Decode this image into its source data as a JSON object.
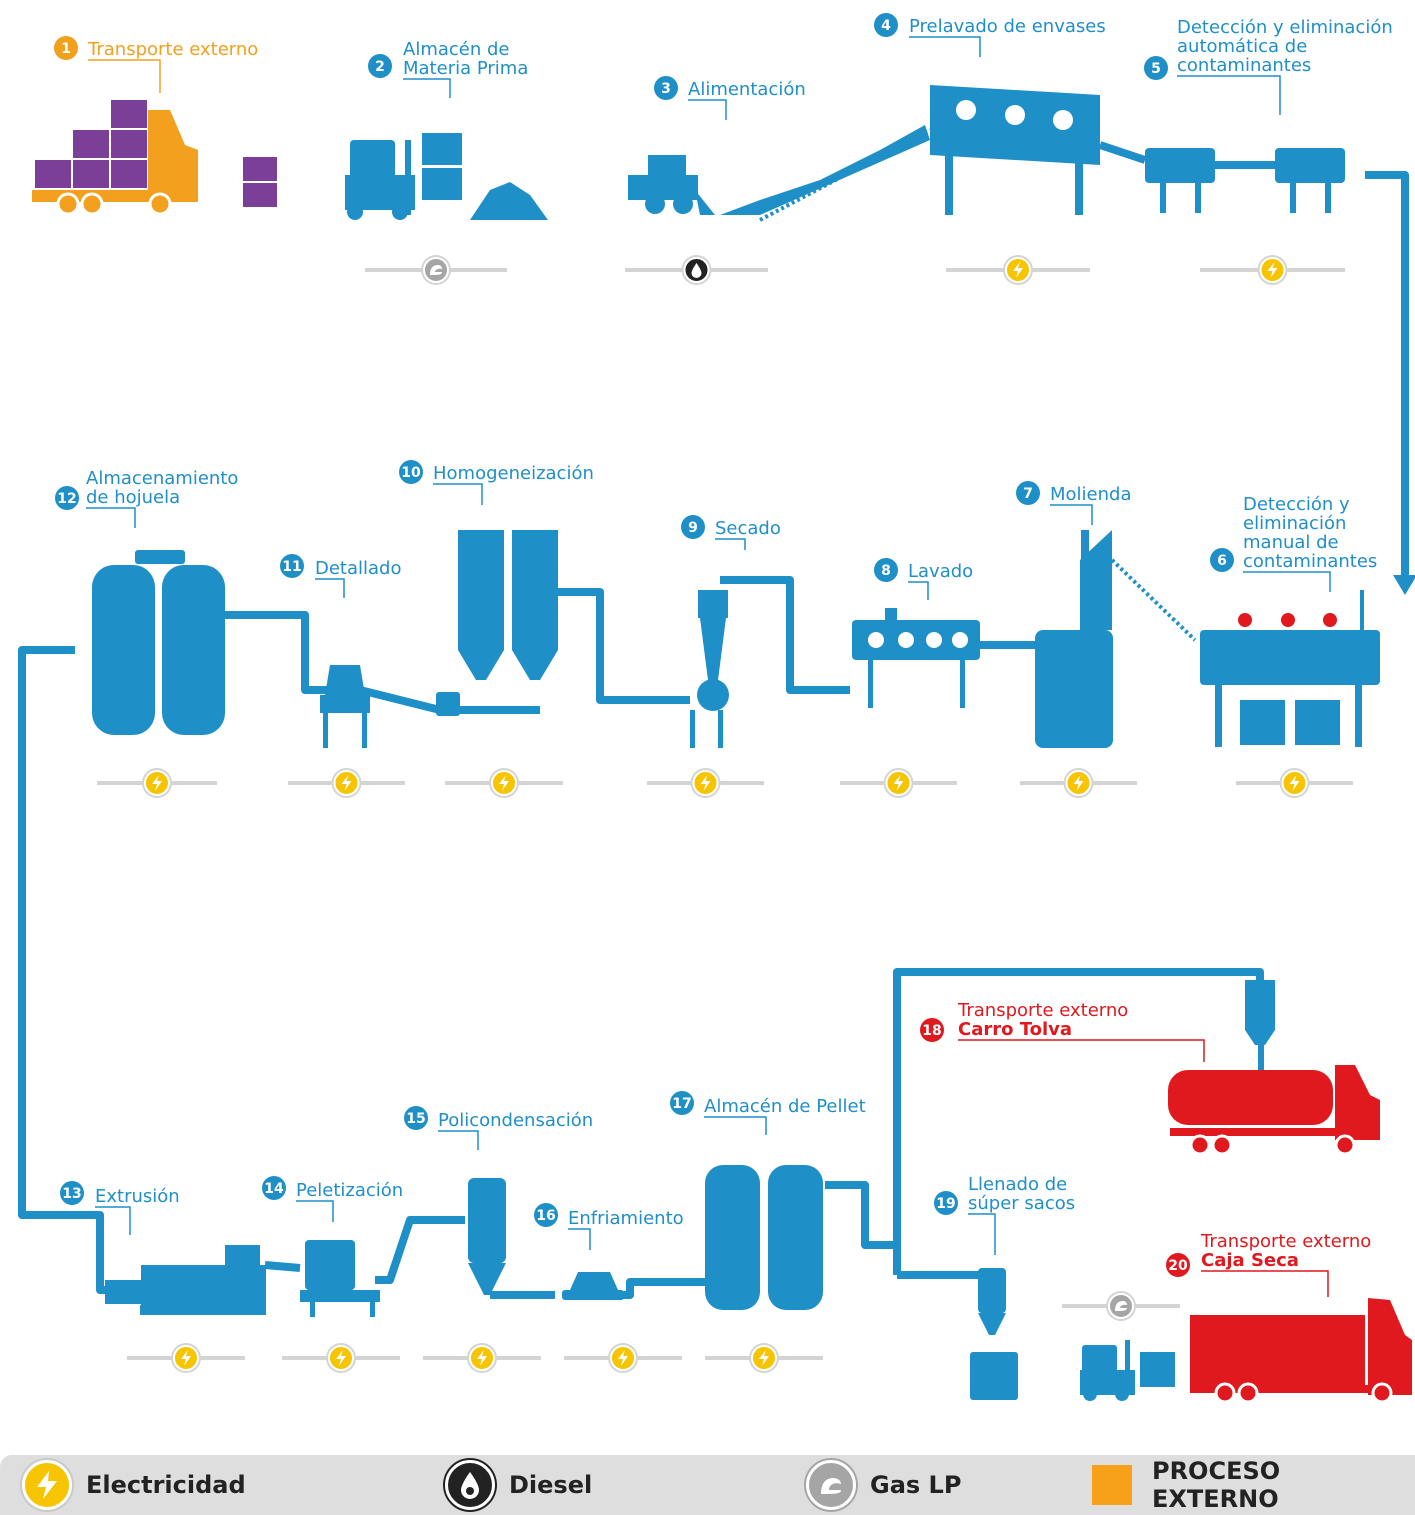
{
  "colors": {
    "process_blue": "#1f8fc8",
    "external_orange": "#f2a01e",
    "external_red": "#e0191e",
    "purple_boxes": "#7b3f98",
    "electricity": "#f7c400",
    "diesel": "#222222",
    "gas_lp": "#a5a5a5"
  },
  "steps": [
    {
      "num": "1",
      "lines": [
        "Transporte externo"
      ],
      "energy": null,
      "style": "orange"
    },
    {
      "num": "2",
      "lines": [
        "Almacén de",
        "Materia Prima"
      ],
      "energy": "gas-lp"
    },
    {
      "num": "3",
      "lines": [
        "Alimentación"
      ],
      "energy": "diesel"
    },
    {
      "num": "4",
      "lines": [
        "Prelavado de envases"
      ],
      "energy": "electricity"
    },
    {
      "num": "5",
      "lines": [
        "Detección y eliminación",
        "automática de",
        "contaminantes"
      ],
      "energy": "electricity"
    },
    {
      "num": "6",
      "lines": [
        "Detección y",
        "eliminación",
        "manual de",
        "contaminantes"
      ],
      "energy": "electricity"
    },
    {
      "num": "7",
      "lines": [
        "Molienda"
      ],
      "energy": "electricity"
    },
    {
      "num": "8",
      "lines": [
        "Lavado"
      ],
      "energy": "electricity"
    },
    {
      "num": "9",
      "lines": [
        "Secado"
      ],
      "energy": "electricity"
    },
    {
      "num": "10",
      "lines": [
        "Homogeneización"
      ],
      "energy": "electricity"
    },
    {
      "num": "11",
      "lines": [
        "Detallado"
      ],
      "energy": "electricity"
    },
    {
      "num": "12",
      "lines": [
        "Almacenamiento",
        "de hojuela"
      ],
      "energy": "electricity"
    },
    {
      "num": "13",
      "lines": [
        "Extrusión"
      ],
      "energy": "electricity"
    },
    {
      "num": "14",
      "lines": [
        "Peletización"
      ],
      "energy": "electricity"
    },
    {
      "num": "15",
      "lines": [
        "Policondensación"
      ],
      "energy": "electricity"
    },
    {
      "num": "16",
      "lines": [
        "Enfriamiento"
      ],
      "energy": "electricity"
    },
    {
      "num": "17",
      "lines": [
        "Almacén de Pellet"
      ],
      "energy": "electricity"
    },
    {
      "num": "18",
      "lines": [
        "Transporte externo",
        "Carro Tolva"
      ],
      "energy": null,
      "style": "red"
    },
    {
      "num": "19",
      "lines": [
        "Llenado de",
        "súper sacos"
      ],
      "energy": null
    },
    {
      "num": "20",
      "lines": [
        "Transporte externo",
        "Caja Seca"
      ],
      "energy": "gas-lp",
      "style": "red"
    }
  ],
  "legend": {
    "electricity": "Electricidad",
    "diesel": "Diesel",
    "gas_lp": "Gas LP",
    "external": "PROCESO EXTERNO"
  }
}
